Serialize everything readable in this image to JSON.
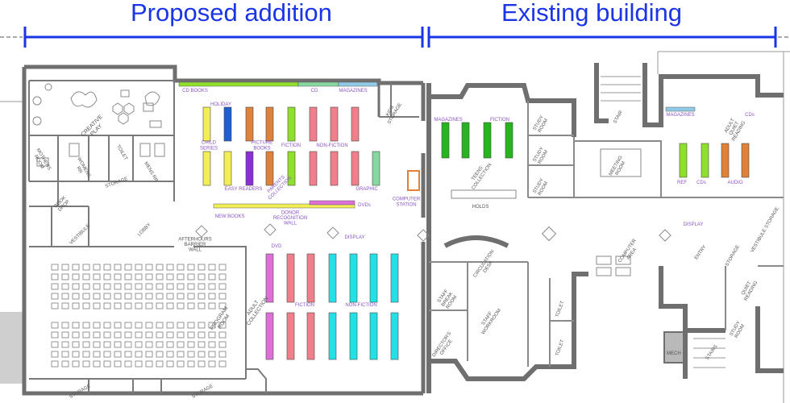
{
  "headers": {
    "left": "Proposed addition",
    "right": "Existing building"
  },
  "colors": {
    "header_blue": "#1a35e6",
    "wall": "#6f6f6f",
    "label_text": "#555555",
    "collection_label": "#8a55c4",
    "shelf_yellow": "#f2ee55",
    "shelf_blue": "#1f5fd0",
    "shelf_orange": "#e0813a",
    "shelf_lime": "#8fe02a",
    "shelf_pink": "#ef7f8a",
    "shelf_purple": "#8a2fd6",
    "shelf_mint": "#86d7a0",
    "shelf_magenta": "#dd6fd6",
    "shelf_cyan": "#22e0e6",
    "shelf_green": "#26b51f",
    "shelf_lightblue": "#8fcbe8"
  },
  "rooms": {
    "creative_play": "CREATIVE PLAY",
    "mothers_room": "MOTHERS ROOM",
    "womens_rr": "WOMENS RR",
    "toilet": "TOILET",
    "storage": "STORAGE",
    "mens_rr": "MENS RR",
    "book_drop": "BOOK DROP",
    "vestibule": "VESTIBULE",
    "lobby": "LOBBY",
    "afterhours_barrier_wall": "AFTERHOURS BARRIER WALL",
    "program_room": "PROGRAM ROOM",
    "adult_collection": "ADULT COLLECTION",
    "kids_storage": "KIDS STORAGE",
    "computer_station": "COMPUTER STATION",
    "teens_collection": "TEENS COLLECTION",
    "holds": "HOLDS",
    "study_room": "STUDY ROOM",
    "stair": "STAIR",
    "meeting_room": "MEETING ROOM",
    "circulation_desk": "CIRCULATION DESK",
    "staff_break_room": "STAFF BREAK ROOM",
    "staff_workroom": "STAFF WORKROOM",
    "directors_office": "DIRECTOR'S OFFICE",
    "computer_area": "COMPUTER AREA",
    "entry": "ENTRY",
    "vestibule_storage": "VESTIBULE STORAGE",
    "quiet_reading": "QUIET READING",
    "adult_quiet_reading": "ADULT QUIET READING",
    "stairs": "STAIRS",
    "mech": "MECH"
  },
  "collections": {
    "cd_books": "CD BOOKS",
    "cd": "CD",
    "magazines": "MAGAZINES",
    "holiday": "HOLIDAY",
    "child_series": "CHILD SERIES",
    "picture_books": "PICTURE BOOKS",
    "fiction": "FICTION",
    "non_fiction": "NON-FICTION",
    "easy_readers": "EASY READERS",
    "parents_collection": "PARENTS COLLECTION",
    "graphic": "GRAPHIC",
    "dvds": "DVDs",
    "new_books": "NEW BOOKS",
    "donor_recognition_wall": "DONOR RECOGNITION WALL",
    "display": "DISPLAY",
    "dvd": "DVD",
    "ref": "REF",
    "cds": "CDs",
    "audio": "AUDIO"
  }
}
